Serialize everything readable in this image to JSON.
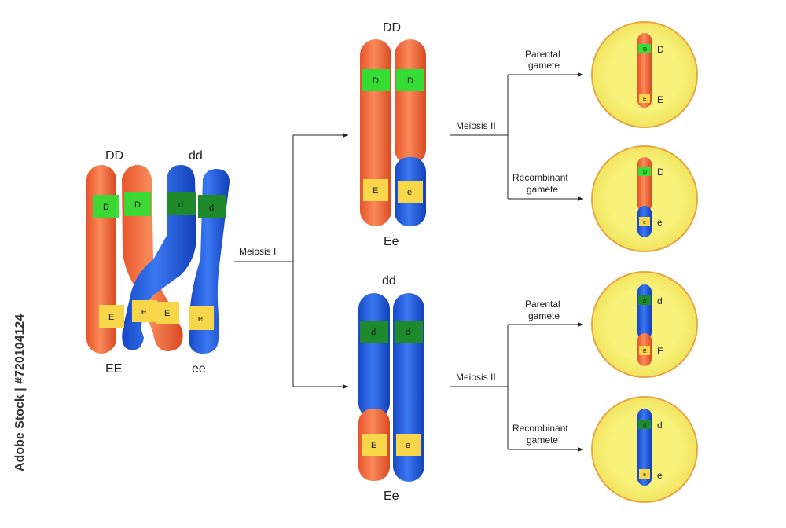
{
  "colors": {
    "red_chromatid": "#ef6a3a",
    "blue_chromatid": "#1e5be0",
    "gene_D_band": "#33dd33",
    "gene_d_band": "#1f8a2c",
    "gene_E_band": "#f7d64a",
    "cell_fill": "#f6ef73",
    "cell_border": "#e8a545"
  },
  "parent": {
    "top_left_label": "DD",
    "top_right_label": "dd",
    "bottom_left_label": "EE",
    "bottom_right_label": "ee",
    "bands": {
      "D": "D",
      "d": "d",
      "E": "E",
      "e": "e"
    }
  },
  "meiosis1": {
    "label": "Meiosis I"
  },
  "products": [
    {
      "top_label": "DD",
      "bottom_label": "Ee",
      "bands": [
        "D",
        "D",
        "E",
        "e"
      ]
    },
    {
      "top_label": "dd",
      "bottom_label": "Ee",
      "bands": [
        "d",
        "d",
        "E",
        "e"
      ]
    }
  ],
  "meiosis2": [
    {
      "label": "Meiosis II"
    },
    {
      "label": "Meiosis II"
    }
  ],
  "gametes": [
    {
      "type_line1": "Parental",
      "type_line2": "gamete",
      "top_gene": "D",
      "bottom_gene": "E",
      "band_top": "D",
      "band_bottom": "E"
    },
    {
      "type_line1": "Recombinant",
      "type_line2": "gamete",
      "top_gene": "D",
      "bottom_gene": "e",
      "band_top": "D",
      "band_bottom": "e"
    },
    {
      "type_line1": "Parental",
      "type_line2": "gamete",
      "top_gene": "d",
      "bottom_gene": "E",
      "band_top": "d",
      "band_bottom": "E"
    },
    {
      "type_line1": "Recombinant",
      "type_line2": "gamete",
      "top_gene": "d",
      "bottom_gene": "e",
      "band_top": "d",
      "band_bottom": "e"
    }
  ],
  "watermark": {
    "text": "Adobe Stock | #720104124"
  }
}
